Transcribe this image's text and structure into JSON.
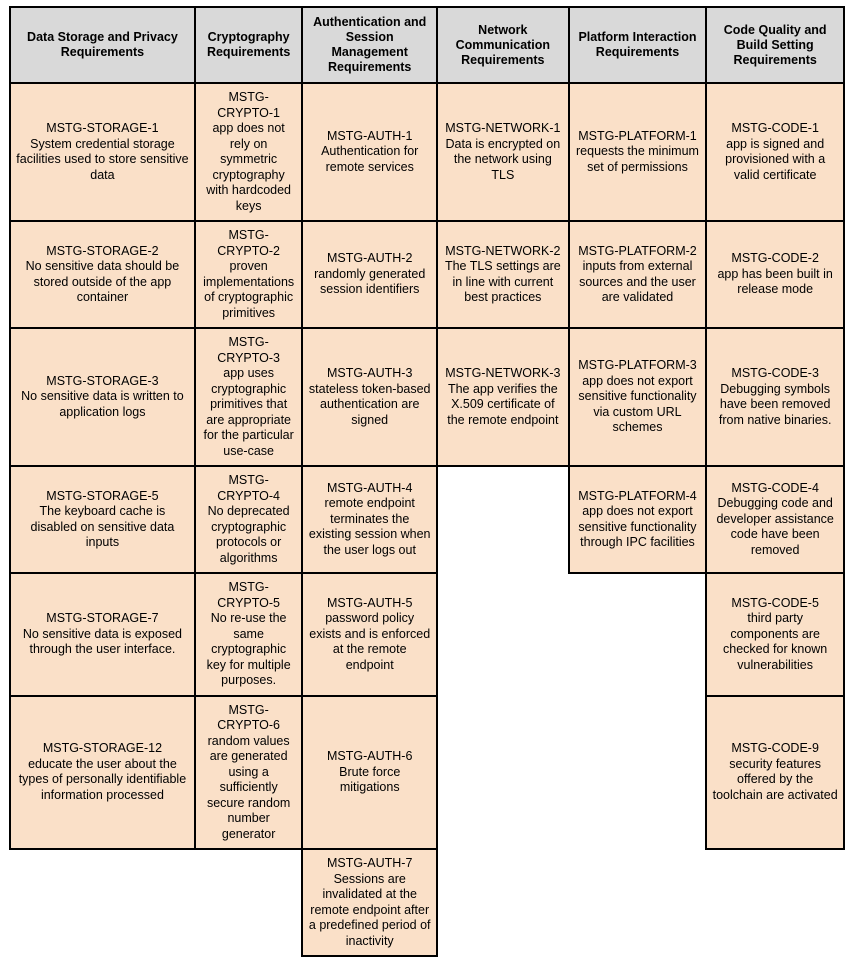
{
  "document": {
    "title": "OWASP MSTG Requirements Overview",
    "type": "table"
  },
  "colors": {
    "header_background": "#d9d9d9",
    "cell_background": "#fae0c8",
    "border": "#000000",
    "page_background": "#ffffff",
    "text": "#000000"
  },
  "table": {
    "columns": [
      {
        "id": "storage",
        "header": "Data Storage and Privacy Requirements"
      },
      {
        "id": "crypto",
        "header": "Cryptography Requirements"
      },
      {
        "id": "auth",
        "header": "Authentication and Session Management Requirements"
      },
      {
        "id": "network",
        "header": "Network Communication Requirements"
      },
      {
        "id": "platform",
        "header": "Platform Interaction Requirements"
      },
      {
        "id": "code",
        "header": "Code Quality and Build Setting Requirements"
      }
    ],
    "rows": [
      [
        {
          "id": "MSTG-STORAGE-1",
          "text": "System credential storage facilities used to store sensitive data"
        },
        {
          "id": "MSTG-CRYPTO-1",
          "text": "app does not rely on symmetric cryptography with hardcoded keys"
        },
        {
          "id": "MSTG-AUTH-1",
          "text": "Authentication for remote services"
        },
        {
          "id": "MSTG-NETWORK-1",
          "text": "Data is encrypted on the network using TLS"
        },
        {
          "id": "MSTG-PLATFORM-1",
          "text": "requests the minimum set of permissions"
        },
        {
          "id": "MSTG-CODE-1",
          "text": "app is signed and provisioned with a valid certificate"
        }
      ],
      [
        {
          "id": "MSTG-STORAGE-2",
          "text": "No sensitive data should be stored outside of the app container"
        },
        {
          "id": "MSTG-CRYPTO-2",
          "text": "proven implementations of cryptographic primitives"
        },
        {
          "id": "MSTG-AUTH-2",
          "text": "randomly generated session identifiers"
        },
        {
          "id": "MSTG-NETWORK-2",
          "text": "The TLS settings are in line with current best practices"
        },
        {
          "id": "MSTG-PLATFORM-2",
          "text": "inputs from external sources and the user are validated"
        },
        {
          "id": "MSTG-CODE-2",
          "text": "app has been built in release mode"
        }
      ],
      [
        {
          "id": "MSTG-STORAGE-3",
          "text": "No sensitive data is written to application logs"
        },
        {
          "id": "MSTG-CRYPTO-3",
          "text": "app uses cryptographic primitives that are appropriate for the particular use-case"
        },
        {
          "id": "MSTG-AUTH-3",
          "text": "stateless token-based authentication are signed"
        },
        {
          "id": "MSTG-NETWORK-3",
          "text": "The app verifies the X.509 certificate of the remote endpoint"
        },
        {
          "id": "MSTG-PLATFORM-3",
          "text": "app does not export sensitive functionality via custom URL schemes"
        },
        {
          "id": "MSTG-CODE-3",
          "text": "Debugging symbols have been removed from native binaries."
        }
      ],
      [
        {
          "id": "MSTG-STORAGE-5",
          "text": "The keyboard cache is disabled on sensitive data inputs"
        },
        {
          "id": "MSTG-CRYPTO-4",
          "text": "No deprecated cryptographic protocols or algorithms"
        },
        {
          "id": "MSTG-AUTH-4",
          "text": "remote endpoint terminates the existing session when the user logs out"
        },
        null,
        {
          "id": "MSTG-PLATFORM-4",
          "text": "app does not export sensitive functionality through IPC facilities"
        },
        {
          "id": "MSTG-CODE-4",
          "text": "Debugging code and developer assistance code have been removed"
        }
      ],
      [
        {
          "id": "MSTG-STORAGE-7",
          "text": "No sensitive data is exposed through the user interface."
        },
        {
          "id": "MSTG-CRYPTO-5",
          "text": "No re-use the same cryptographic key for multiple purposes."
        },
        {
          "id": "MSTG-AUTH-5",
          "text": "password policy exists and is enforced at the remote endpoint"
        },
        null,
        null,
        {
          "id": "MSTG-CODE-5",
          "text": "third party components are checked for known vulnerabilities"
        }
      ],
      [
        {
          "id": "MSTG-STORAGE-12",
          "text": "educate the user about the types of personally identifiable information processed"
        },
        {
          "id": "MSTG-CRYPTO-6",
          "text": "random values are generated using a sufficiently secure random number generator"
        },
        {
          "id": "MSTG-AUTH-6",
          "text": "Brute force mitigations"
        },
        null,
        null,
        {
          "id": "MSTG-CODE-9",
          "text": "security features offered by the toolchain are activated"
        }
      ],
      [
        null,
        null,
        {
          "id": "MSTG-AUTH-7",
          "text": "Sessions are invalidated at the remote endpoint after a predefined period of inactivity"
        },
        null,
        null,
        null
      ]
    ]
  }
}
